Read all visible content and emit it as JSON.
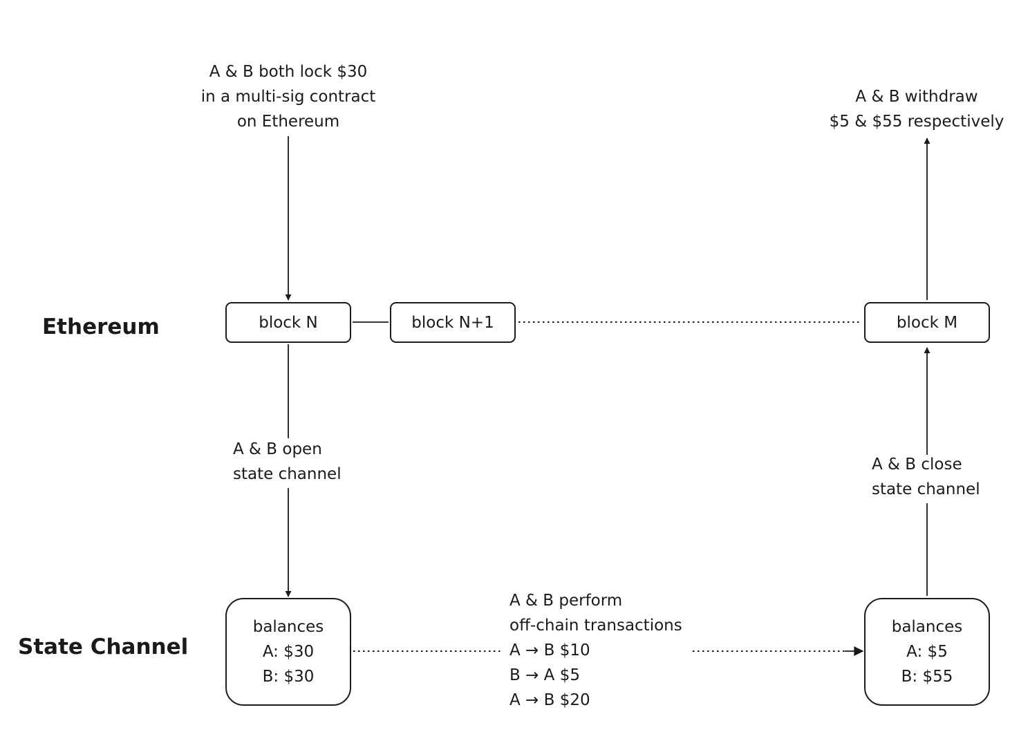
{
  "lanes": {
    "ethereum": "Ethereum",
    "state_channel": "State Channel"
  },
  "blocks": {
    "block_n": "block N",
    "block_n1": "block N+1",
    "block_m": "block M"
  },
  "annotations": {
    "lock": [
      "A & B both lock $30",
      "in a multi-sig contract",
      "on Ethereum"
    ],
    "withdraw": [
      "A & B withdraw",
      "$5 & $55 respectively"
    ],
    "open": [
      "A & B open",
      "state channel"
    ],
    "close": [
      "A & B close",
      "state channel"
    ],
    "offchain": [
      "A & B perform",
      "off-chain transactions",
      "A → B $10",
      "B → A $5",
      "A → B $20"
    ]
  },
  "states": {
    "initial": {
      "title": "balances",
      "a": "A: $30",
      "b": "B: $30"
    },
    "final": {
      "title": "balances",
      "a": "A: $5",
      "b": "B: $55"
    }
  }
}
